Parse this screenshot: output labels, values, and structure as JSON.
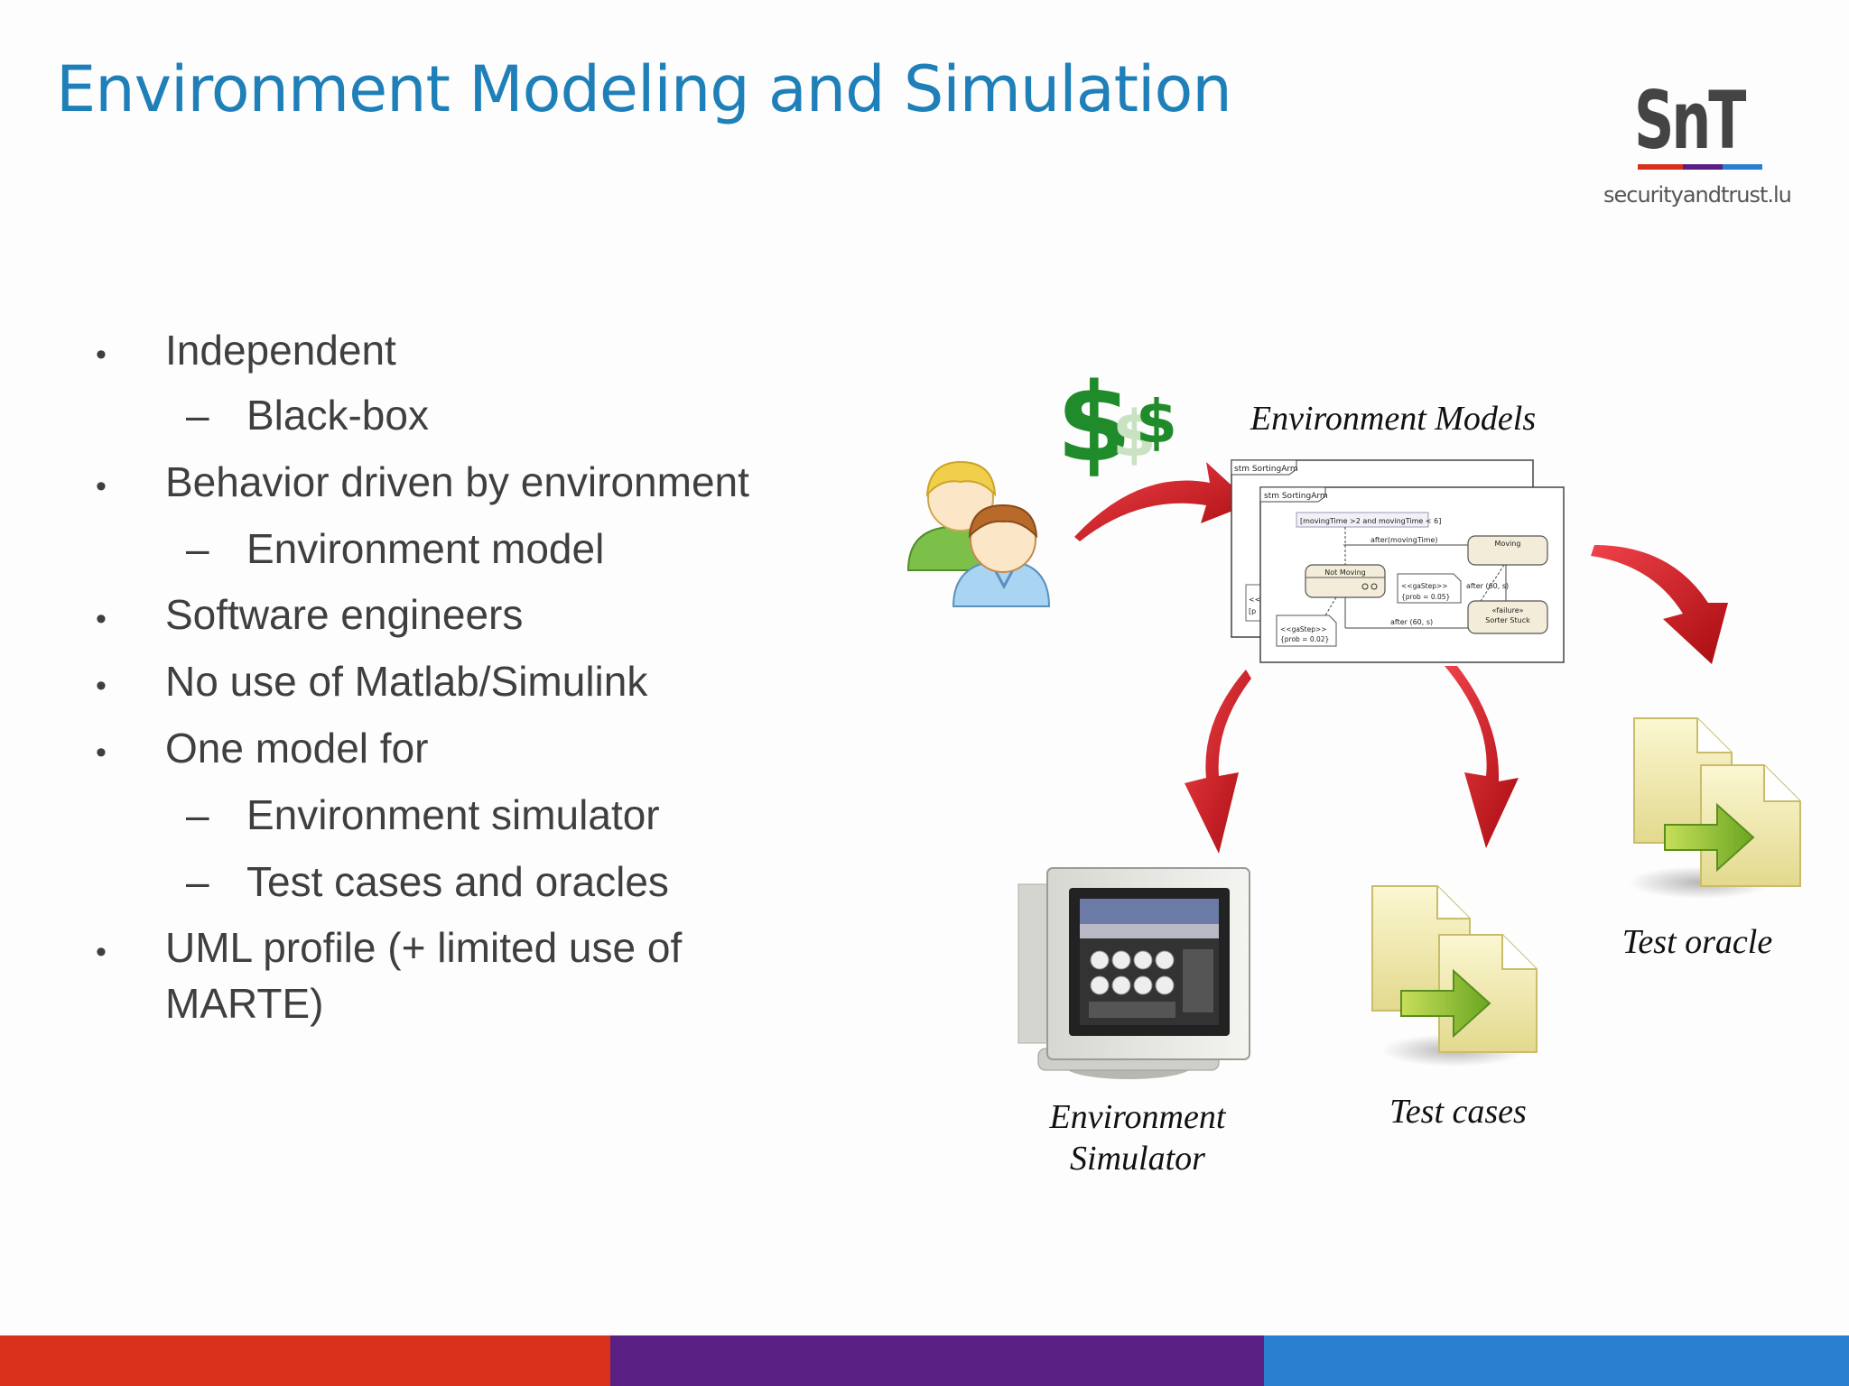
{
  "slide": {
    "title": "Environment Modeling and Simulation",
    "logo": {
      "mark": "SnT",
      "domain": "securityandtrust.lu"
    },
    "bullets": [
      {
        "level": 1,
        "text": "Independent"
      },
      {
        "level": 2,
        "text": " Black-box"
      },
      {
        "level": 1,
        "text": "Behavior driven by environment"
      },
      {
        "level": 2,
        "text": "Environment model"
      },
      {
        "level": 1,
        "text": "Software engineers"
      },
      {
        "level": 1,
        "text": "No use of Matlab/Simulink"
      },
      {
        "level": 1,
        "text": "One model for"
      },
      {
        "level": 2,
        "text": "Environment simulator"
      },
      {
        "level": 2,
        "text": "Test cases and oracles"
      },
      {
        "level": 1,
        "text": "UML profile (+ limited use of"
      },
      {
        "level": 0,
        "text": "MARTE)"
      }
    ],
    "bullet_glyphs": {
      "level1": "•",
      "level2": "–"
    }
  },
  "diagram": {
    "captions": {
      "models": "Environment Models",
      "simulator_line1": "Environment",
      "simulator_line2": "Simulator",
      "test_cases": "Test cases",
      "test_oracle": "Test oracle"
    },
    "uml": {
      "frame_back_label": "stm SortingArm",
      "frame_front_label": "stm SortingArm",
      "guard": "[movingTime >2 and movingTime < 6]",
      "transition_top": "after(movingTime)",
      "state_moving": "Moving",
      "state_not_moving": "Not Moving",
      "note_gastep_1": "<<gaStep>>",
      "note_prob_1": "{prob = 0.05}",
      "transition_right": "after (60, s)",
      "failure_stereotype": "«failure»",
      "state_sorter_stuck": "Sorter Stuck",
      "note_gastep_2": "<<gaStep>>",
      "note_prob_2": "{prob = 0.02}",
      "transition_bottom": "after (60, s)",
      "back_note_1": "<<",
      "back_note_2": "[p"
    },
    "icons": [
      "dollar-icon",
      "users-icon",
      "monitor-icon",
      "documents-icon",
      "arrow-icon"
    ]
  },
  "colors": {
    "title": "#1f7fb8",
    "text": "#3f3f3f",
    "arrow": "#d01418",
    "footer_red": "#d9301c",
    "footer_purple": "#5a1f82",
    "footer_blue": "#2b7fd0",
    "logo_red": "#d9301c",
    "logo_blue": "#2b7fd0"
  }
}
